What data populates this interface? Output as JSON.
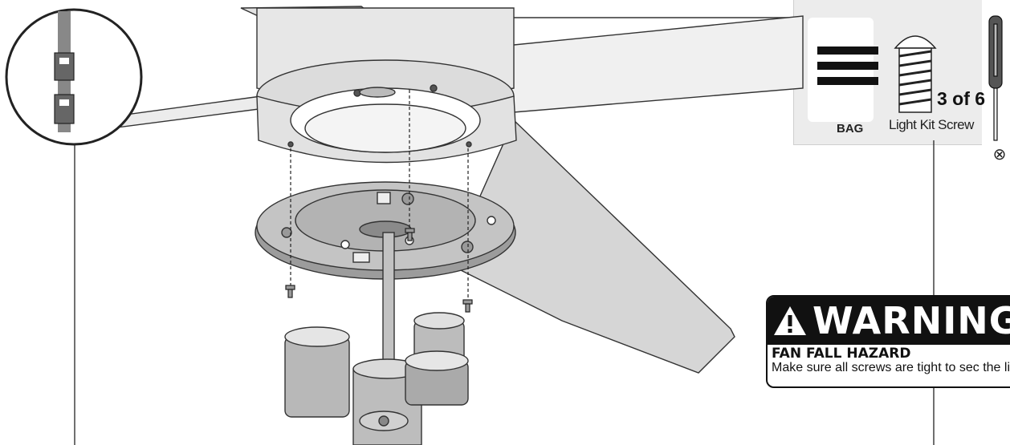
{
  "hardware": {
    "bag_label": "BAG",
    "quantity": "3 of 6",
    "item_name": "Light Kit Screw"
  },
  "warning": {
    "heading": "WARNING",
    "title": "FAN FALL HAZARD",
    "text": "Make sure all screws are tight to sec the light fixture."
  },
  "icons": {
    "callout": "connector-detail-icon",
    "screwdriver": "phillips-screwdriver-icon",
    "drive": "phillips-drive-icon"
  },
  "colors": {
    "line": "#222222",
    "light_gray": "#e6e6e6",
    "mid_gray": "#bdbdbd",
    "dark_gray": "#8c8c8c",
    "warning_black": "#111111"
  }
}
